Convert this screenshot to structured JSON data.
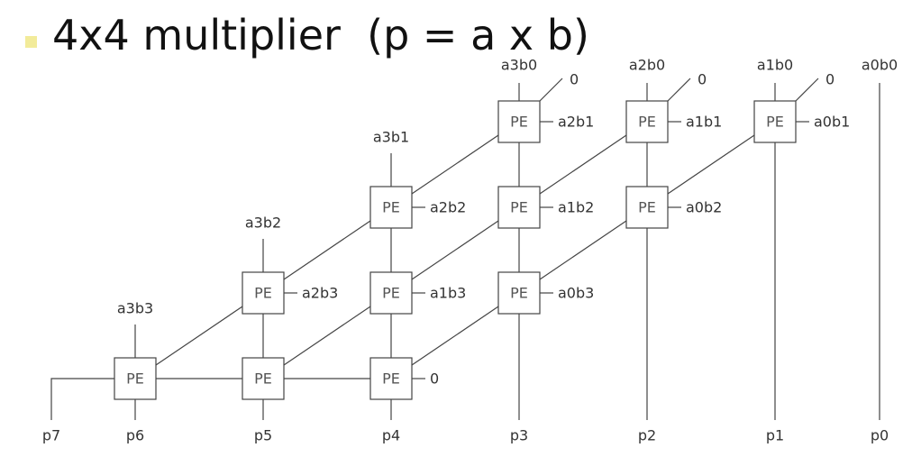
{
  "slide": {
    "title": "4x4 multiplier  (p = a x b)"
  },
  "diagram": {
    "pe_label": "PE",
    "column_inputs": [
      "a3b0",
      "a2b0",
      "a1b0",
      "a0b0"
    ],
    "row_inputs": [
      "a3b1",
      "a3b2",
      "a3b3"
    ],
    "carry_in_zero": "0",
    "side_inputs": {
      "row0": [
        "a2b1",
        "a1b1",
        "a0b1"
      ],
      "row1": [
        "a2b2",
        "a1b2",
        "a0b2"
      ],
      "row2": [
        "a2b3",
        "a1b3",
        "a0b3"
      ]
    },
    "outputs": [
      "p7",
      "p6",
      "p5",
      "p4",
      "p3",
      "p2",
      "p1",
      "p0"
    ]
  },
  "colors": {
    "bullet": "#f2eb9a",
    "stroke": "#444444"
  }
}
